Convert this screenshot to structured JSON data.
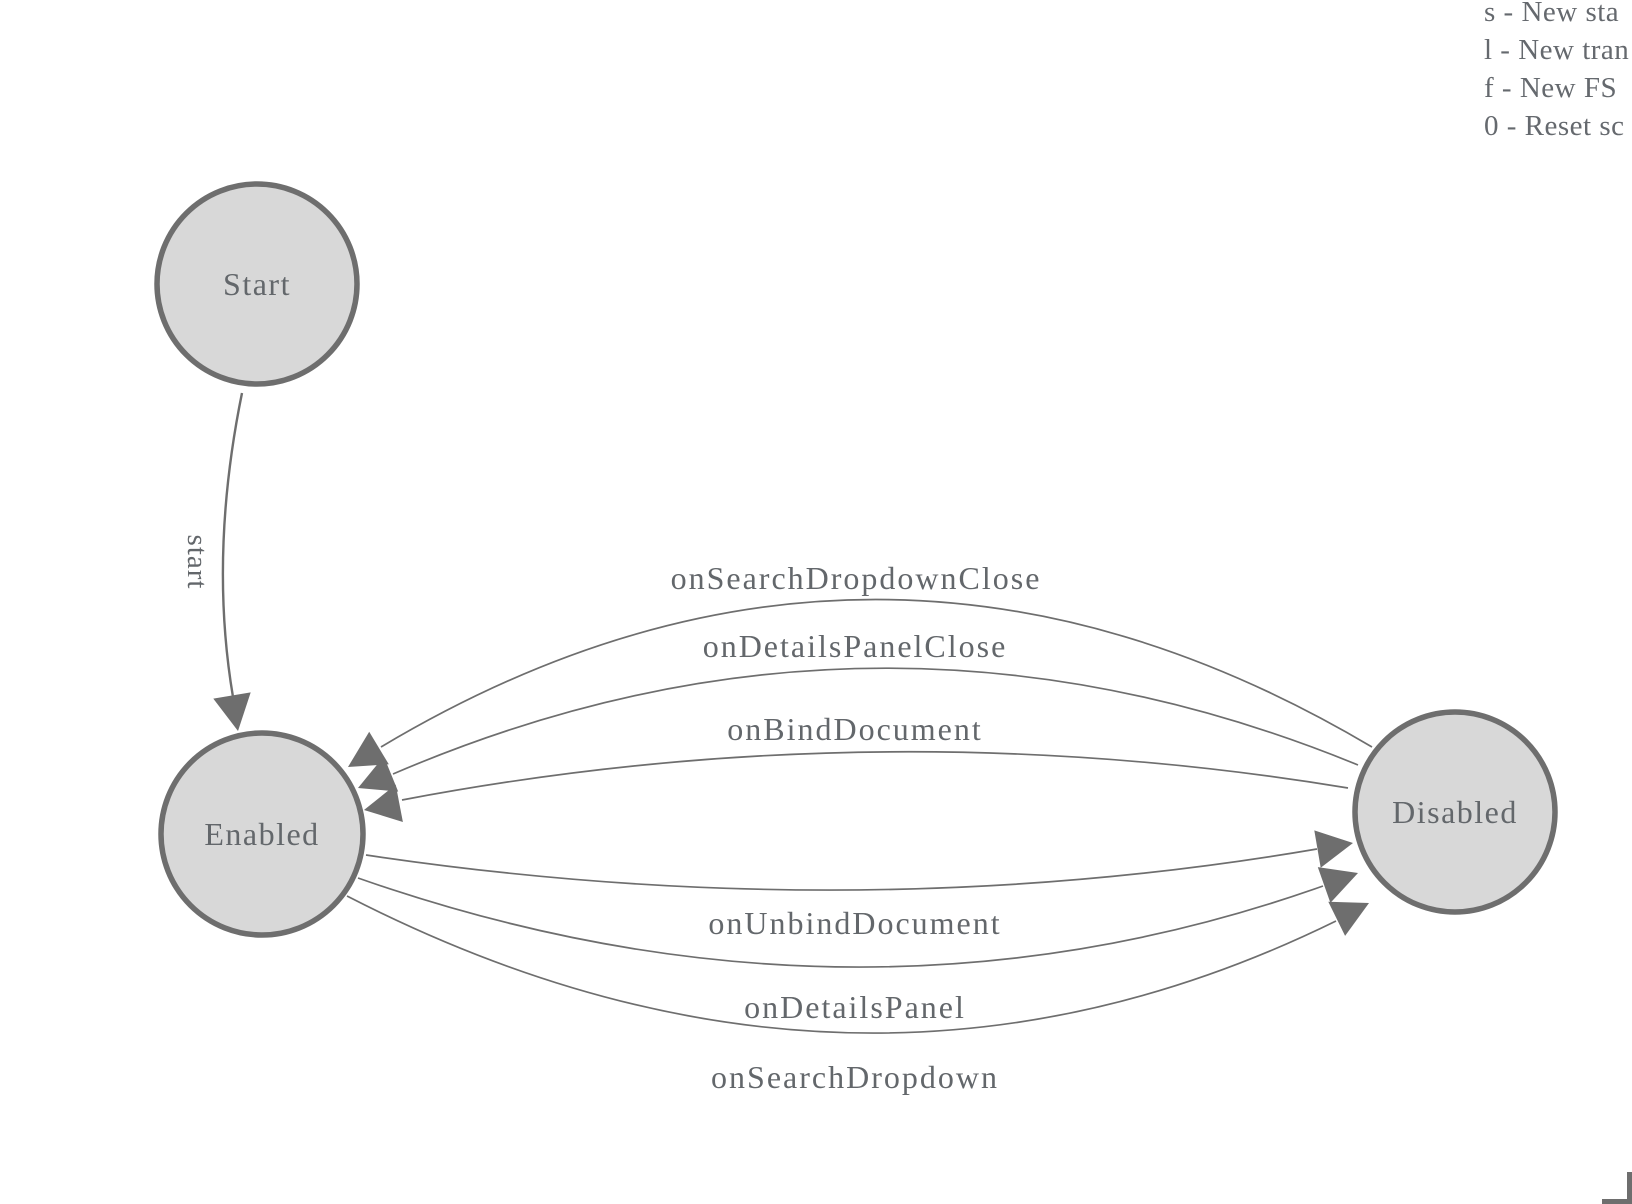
{
  "colors": {
    "background": "#ffffff",
    "node_fill": "#d8d8d8",
    "node_stroke": "#6e6e6e",
    "edge_stroke": "#6e6e6e",
    "text": "#63676b"
  },
  "legend": {
    "lines": [
      "s - New sta",
      "l - New tran",
      "f - New FS",
      "0 - Reset sc"
    ]
  },
  "states": {
    "start": {
      "label": "Start"
    },
    "enabled": {
      "label": "Enabled"
    },
    "disabled": {
      "label": "Disabled"
    }
  },
  "transitions": {
    "start": {
      "label": "start",
      "from": "Start",
      "to": "Enabled"
    },
    "onSearchDropdownClose": {
      "label": "onSearchDropdownClose",
      "from": "Disabled",
      "to": "Enabled"
    },
    "onDetailsPanelClose": {
      "label": "onDetailsPanelClose",
      "from": "Disabled",
      "to": "Enabled"
    },
    "onBindDocument": {
      "label": "onBindDocument",
      "from": "Disabled",
      "to": "Enabled"
    },
    "onUnbindDocument": {
      "label": "onUnbindDocument",
      "from": "Enabled",
      "to": "Disabled"
    },
    "onDetailsPanel": {
      "label": "onDetailsPanel",
      "from": "Enabled",
      "to": "Disabled"
    },
    "onSearchDropdown": {
      "label": "onSearchDropdown",
      "from": "Enabled",
      "to": "Disabled"
    }
  }
}
